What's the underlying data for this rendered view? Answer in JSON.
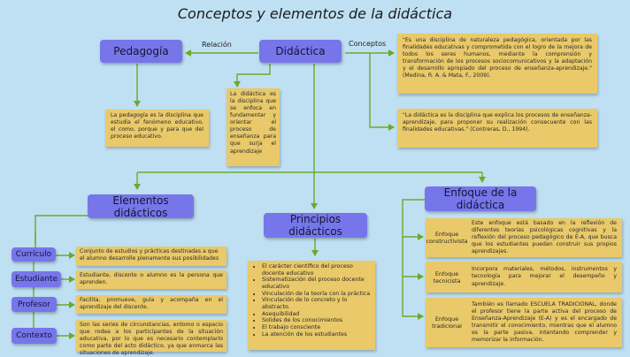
{
  "title": "Conceptos y elementos de la didáctica",
  "colors": {
    "background": "#bfe0f2",
    "node": "#7676ea",
    "note": "#e9c969",
    "connector": "#6aaa2a"
  },
  "nodes": {
    "pedagogia": "Pedagogía",
    "didactica": "Didáctica",
    "elementos": "Elementos didácticos",
    "principios": "Principios didácticos",
    "enfoque": "Enfoque de la didáctica",
    "curriculo": "Currículo",
    "estudiante": "Estudiante",
    "profesor": "Profesor",
    "contexto": "Contexto"
  },
  "edge_labels": {
    "relacion": "Relación",
    "conceptos": "Conceptos"
  },
  "notes": {
    "concepto1": "\"Es una disciplina de naturaleza pedagógica, orientada por las finalidades educativas y comprometida con el logro de la mejora de todos los seres humanos, mediante la comprensión y transformación de los procesos sociocomunicativos y la adaptación y el desarrollo apropiado del proceso de enseñanza-aprendizaje.\" (Medina, R. A. & Mata, F., 2009).",
    "concepto2": "\"La didáctica es la disciplina que explica los procesos de enseñanza-aprendizaje, para proponer su realización consecuente con las finalidades educativas.\" (Contreras, D., 1994).",
    "pedagogia_def": "La pedagogía es la disciplina que estudia el fenómeno educativo, el como, porque y para que del proceso educativo.",
    "didactica_def": "La didáctica es la disciplina que se enfoca en fundamentar y orientar el proceso de enseñanza para que surja el aprendizaje",
    "curriculo_def": "Conjunto de estudios y prácticas destinadas a que el alumno desarrolle plenamente sus posibilidades",
    "estudiante_def": "Estudiante, discente o alumno es la persona que aprenden.",
    "profesor_def": "Facilita, promueve, guía y acompaña en el aprendizaje del discente.",
    "contexto_def": "Son las series de circunstancias, entomo o espacio que rodea a los participantes de la situación educativa, por lo que es necesario contemplarlo como parte del acto didáctico, ya que enmarca las situaciones de aprendizaje."
  },
  "principios": [
    "El carácter científico del proceso docente educativo",
    "Sistematización del proceso docente educativo",
    "Vinculación de la teoría con la práctica",
    "Vinculación de lo concreto y lo abstracto.",
    "Asequibilidad",
    "Solides de los conocimientos",
    "El trabajo consciente",
    "La atención de los estudiantes"
  ],
  "enfoques": [
    {
      "label": "Enfoque constructivista",
      "text": "Este enfoque está basado en la reflexión de diferentes teorías psicológicas cognitivas y la reflexión del proceso pedagógico de E-A, que busca que los estudiantes puedan construir sus propios aprendizajes."
    },
    {
      "label": "Enfoque tecnicista",
      "text": "Incorpora materiales, métodos, instrumentos y tecnología para mejorar el desempeño y aprendizaje."
    },
    {
      "label": "Enfoque tradicional",
      "text": "También es llamado ESCUELA TRADICIONAL, donde el profesor tiene la parte activa del proceso de Enseñanza-Aprendizaje (E-A) y es el encargado de transmitir el conocimiento, mientras que el alumno es la parte pasiva, intentando comprender y memorizar la información."
    }
  ]
}
